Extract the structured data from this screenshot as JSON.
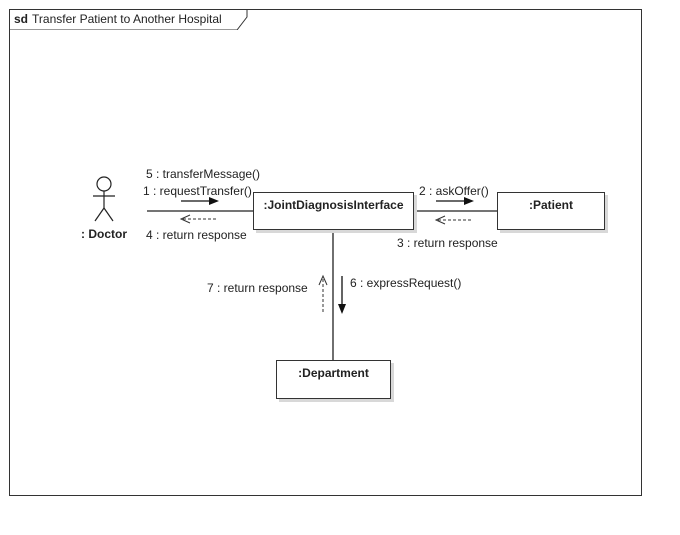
{
  "frame": {
    "keyword": "sd",
    "title": "Transfer Patient to Another Hospital"
  },
  "actor": {
    "label": ": Doctor"
  },
  "objects": {
    "interface": ":JointDiagnosisInterface",
    "patient": ":Patient",
    "department": ":Department"
  },
  "messages": {
    "m1": "1 : requestTransfer()",
    "m2": "2 : askOffer()",
    "m3": "3 : return response",
    "m4": "4 : return response",
    "m5": "5 : transferMessage()",
    "m6": "6 : expressRequest()",
    "m7": "7 : return response"
  }
}
